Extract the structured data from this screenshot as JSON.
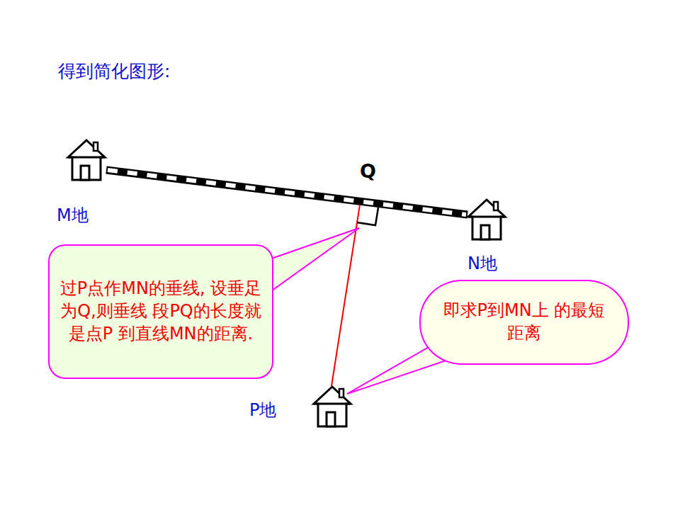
{
  "diagram": {
    "title": "得到简化图形:",
    "nodes": [
      {
        "text": [
          "过P点作MN的垂线, 设垂足为Q,则垂线 段PQ的长度就是点P 到直线MN的距离."
        ]
      },
      {
        "text": [
          "即求P到MN上 的最短距离"
        ]
      }
    ],
    "labels": [
      "Q",
      "M地",
      "N地",
      "P地"
    ]
  }
}
